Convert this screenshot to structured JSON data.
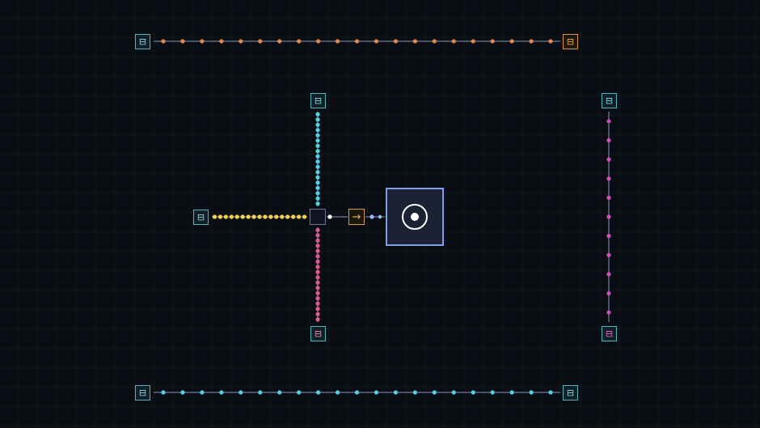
{
  "colors": {
    "background": "#0a0d13",
    "orange": "#e8834a",
    "cyan": "#4fd3e0",
    "yellow": "#f3d049",
    "pink": "#e05a8e",
    "magenta": "#d04fc0",
    "lane": "#5d6b86",
    "core_border": "#7f9ee6"
  },
  "router_symbol": "→",
  "icons": {
    "source": "source-node-icon",
    "sink": "sink-node-icon",
    "splitter": "splitter-node-icon",
    "router": "arrow-router-icon",
    "core": "target-core-icon"
  },
  "lanes": [
    {
      "id": "top-orange",
      "color": "orange",
      "packets": 21
    },
    {
      "id": "bottom-cyan",
      "color": "cyan",
      "packets": 21
    },
    {
      "id": "vertical-cyan",
      "color": "cyan",
      "packets": 18
    },
    {
      "id": "horizontal-yellow",
      "color": "yellow",
      "packets": 17
    },
    {
      "id": "vertical-pink",
      "color": "pink",
      "packets": 18
    },
    {
      "id": "right-magenta",
      "color": "magenta",
      "packets": 11
    }
  ]
}
